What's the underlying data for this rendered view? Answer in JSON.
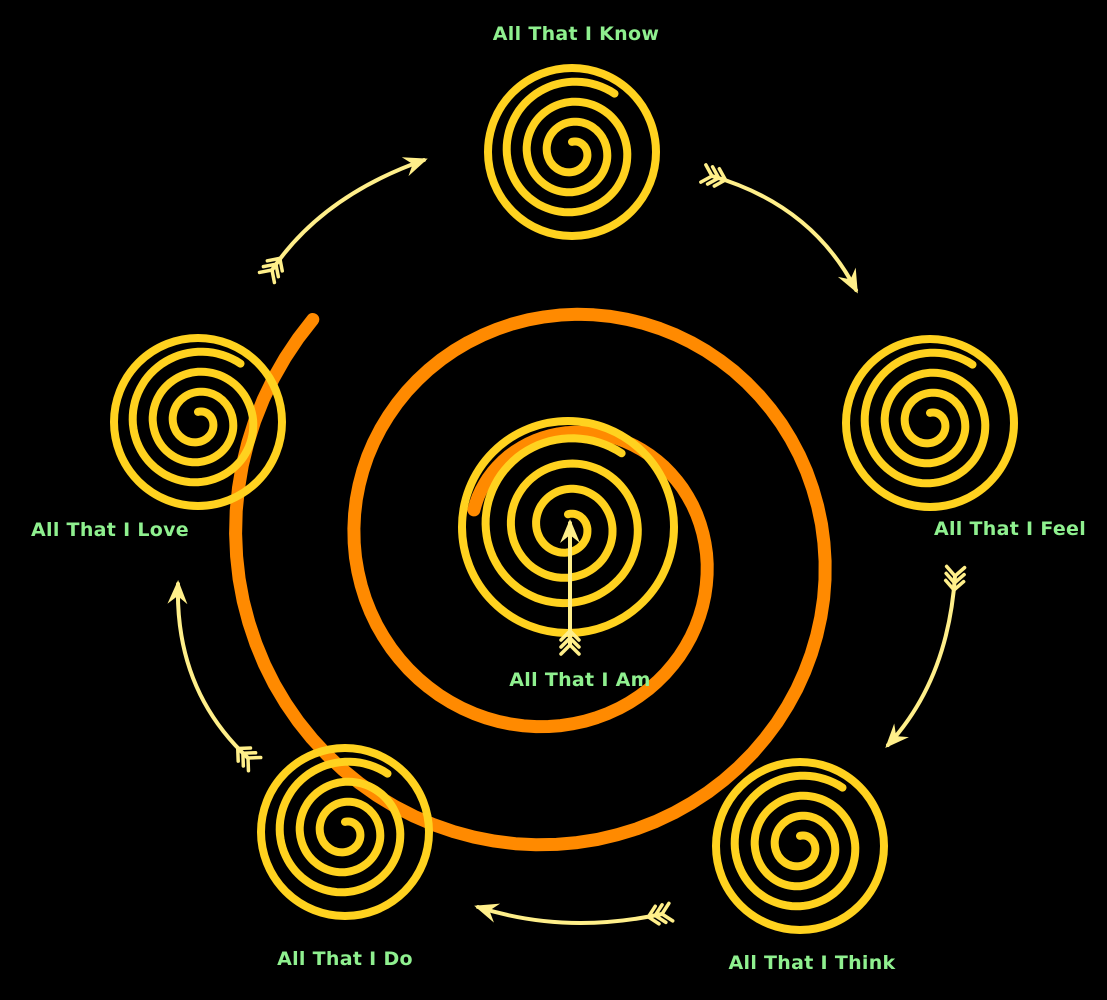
{
  "colors": {
    "background": "#000000",
    "main_spiral": "#ff8a00",
    "node_spiral": "#ffd21f",
    "arrow": "#ffef8a",
    "label": "#8ff08f"
  },
  "center_node": {
    "label": "All That I Am",
    "icon": "spiral-icon",
    "arrow_icon": "up-arrow-icon"
  },
  "nodes": [
    {
      "id": "know",
      "label": "All That I Know",
      "icon": "spiral-icon"
    },
    {
      "id": "feel",
      "label": "All That I Feel",
      "icon": "spiral-icon"
    },
    {
      "id": "think",
      "label": "All That I Think",
      "icon": "spiral-icon"
    },
    {
      "id": "do",
      "label": "All That I Do",
      "icon": "spiral-icon"
    },
    {
      "id": "love",
      "label": "All That I Love",
      "icon": "spiral-icon"
    }
  ],
  "cycle_arrows": [
    {
      "from": "know",
      "to": "feel"
    },
    {
      "from": "feel",
      "to": "think"
    },
    {
      "from": "think",
      "to": "do"
    },
    {
      "from": "do",
      "to": "love"
    },
    {
      "from": "love",
      "to": "know"
    }
  ]
}
